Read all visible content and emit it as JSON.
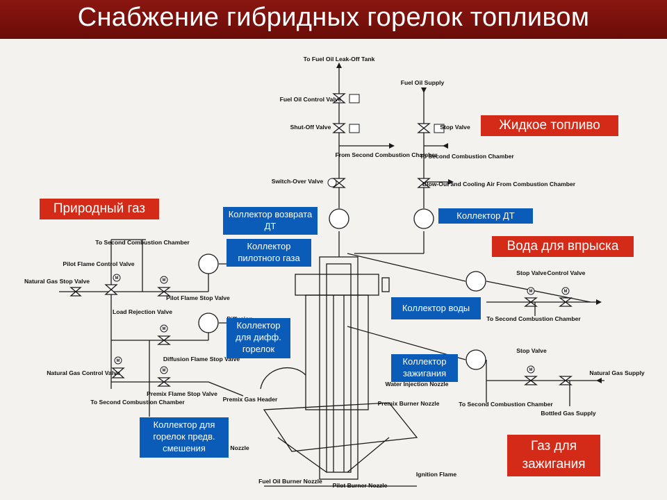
{
  "slide": {
    "title": "Снабжение гибридных горелок топливом"
  },
  "colors": {
    "title_bg": "#7a0f0a",
    "blue_callout": "#0a5cb8",
    "red_callout": "#d42a18",
    "scan_bg": "#f3f2ee"
  },
  "headers": {
    "liquid_fuel": "Жидкое топливо",
    "natural_gas": "Природный газ",
    "water_injection": "Вода для впрыска",
    "ignition_gas": "Газ для зажигания"
  },
  "collectors": {
    "return_dt": "Коллектор возврата ДТ",
    "dt": "Коллектор ДТ",
    "pilot_gas": "Коллектор пилотного газа",
    "water": "Коллектор воды",
    "diff_burners": "Коллектор для дифф. горелок",
    "ignition": "Коллектор зажигания",
    "premix_burners": "Коллектор для горелок предв. смешения"
  },
  "labels": {
    "to_fuel_oil_leakoff_tank": "To Fuel Oil Leak-Off Tank",
    "fuel_oil_control_valve": "Fuel Oil Control Valve",
    "shut_off_valve": "Shut-Off Valve",
    "switch_over_valve": "Switch-Over Valve",
    "from_second_combustion_chamber": "From Second Combustion Chamber",
    "fuel_oil_supply": "Fuel Oil Supply",
    "stop_valve": "Stop Valve",
    "to_second_combustion_chamber": "To Second Combustion Chamber",
    "blow_out_cooling_air": "Blow-Out and Cooling Air From Combustion Chamber",
    "pilot_flame_control_valve": "Pilot Flame Control Valve",
    "natural_gas_stop_valve": "Natural Gas Stop Valve",
    "load_rejection_valve": "Load Rejection Valve",
    "pilot_flame_stop_valve": "Pilot Flame Stop Valve",
    "diffusion_flame_stop_valve": "Diffusion Flame Stop Valve",
    "natural_gas_control_valve": "Natural Gas Control Valve",
    "premix_flame_stop_valve": "Premix Flame Stop Valve",
    "premix_gas_header": "Premix Gas Header",
    "diffusion": "Diffusion",
    "control_valve": "Control Valve",
    "natural_gas_supply": "Natural Gas Supply",
    "bottled_gas_supply": "Bottled Gas Supply",
    "water_injection_nozzle": "Water Injection Nozzle",
    "premix_burner_nozzle": "Premix Burner Nozzle",
    "ignition_flame": "Ignition Flame",
    "fuel_oil_burner_nozzle": "Fuel Oil Burner Nozzle",
    "pilot_burner_nozzle": "Pilot Burner Nozzle",
    "nozzle": "Nozzle",
    "m": "M"
  }
}
